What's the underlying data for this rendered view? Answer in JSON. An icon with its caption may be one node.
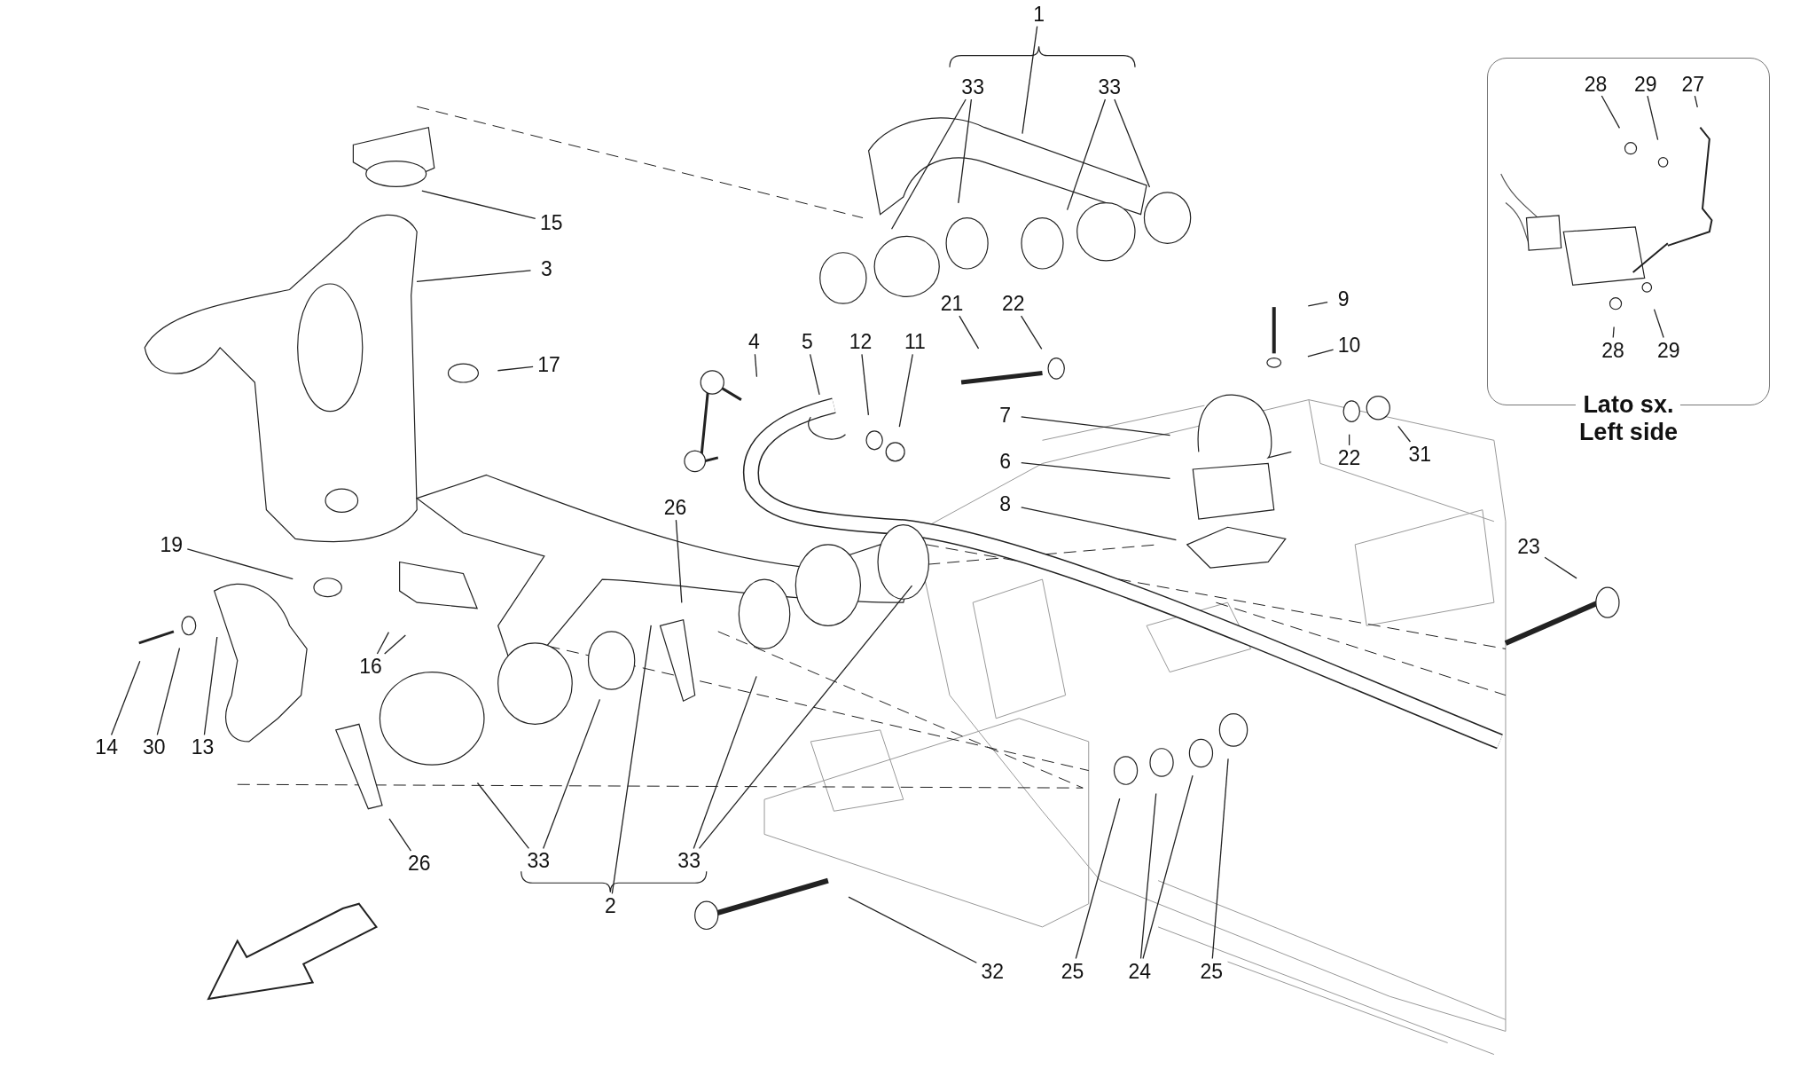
{
  "diagram": {
    "nodes": [
      {
        "text": [
          "1"
        ]
      },
      {
        "text": [
          "33"
        ]
      },
      {
        "text": [
          "33"
        ]
      },
      {
        "text": [
          "15"
        ]
      },
      {
        "text": [
          "3"
        ]
      },
      {
        "text": [
          "17"
        ]
      },
      {
        "text": [
          "4"
        ]
      },
      {
        "text": [
          "5"
        ]
      },
      {
        "text": [
          "12"
        ]
      },
      {
        "text": [
          "11"
        ]
      },
      {
        "text": [
          "21"
        ]
      },
      {
        "text": [
          "22"
        ]
      },
      {
        "text": [
          "9"
        ]
      },
      {
        "text": [
          "10"
        ]
      },
      {
        "text": [
          "7"
        ]
      },
      {
        "text": [
          "22"
        ]
      },
      {
        "text": [
          "31"
        ]
      },
      {
        "text": [
          "6"
        ]
      },
      {
        "text": [
          "8"
        ]
      },
      {
        "text": [
          "26"
        ]
      },
      {
        "text": [
          "19"
        ]
      },
      {
        "text": [
          "23"
        ]
      },
      {
        "text": [
          "16"
        ]
      },
      {
        "text": [
          "14"
        ]
      },
      {
        "text": [
          "30"
        ]
      },
      {
        "text": [
          "13"
        ]
      },
      {
        "text": [
          "26"
        ]
      },
      {
        "text": [
          "33"
        ]
      },
      {
        "text": [
          "33"
        ]
      },
      {
        "text": [
          "2"
        ]
      },
      {
        "text": [
          "32"
        ]
      },
      {
        "text": [
          "25"
        ]
      },
      {
        "text": [
          "24"
        ]
      },
      {
        "text": [
          "25"
        ]
      },
      {
        "text": [
          "Lato sx.",
          "Left side"
        ]
      },
      {
        "text": [
          "28"
        ],
        "in": 34
      },
      {
        "text": [
          "29"
        ],
        "in": 34
      },
      {
        "text": [
          "27"
        ],
        "in": 34
      },
      {
        "text": [
          "28"
        ],
        "in": 34
      },
      {
        "text": [
          "29"
        ],
        "in": 34
      }
    ],
    "edges": [
      {
        "from": 0,
        "to": null,
        "arrow": "none"
      },
      {
        "from": 1,
        "to": null,
        "arrow": "none"
      },
      {
        "from": 1,
        "to": null,
        "arrow": "none"
      },
      {
        "from": 2,
        "to": null,
        "arrow": "none"
      },
      {
        "from": 2,
        "to": null,
        "arrow": "none"
      },
      {
        "from": 3,
        "to": null,
        "arrow": "none"
      },
      {
        "from": 4,
        "to": null,
        "arrow": "none"
      },
      {
        "from": 5,
        "to": null,
        "arrow": "none"
      },
      {
        "from": 6,
        "to": null,
        "arrow": "none"
      },
      {
        "from": 7,
        "to": null,
        "arrow": "none"
      },
      {
        "from": 8,
        "to": null,
        "arrow": "none"
      },
      {
        "from": 9,
        "to": null,
        "arrow": "none"
      },
      {
        "from": 10,
        "to": null,
        "arrow": "none"
      },
      {
        "from": 11,
        "to": null,
        "arrow": "none"
      },
      {
        "from": 12,
        "to": null,
        "arrow": "none"
      },
      {
        "from": 13,
        "to": null,
        "arrow": "none"
      },
      {
        "from": 14,
        "to": null,
        "arrow": "none"
      },
      {
        "from": 15,
        "to": null,
        "arrow": "none"
      },
      {
        "from": 16,
        "to": null,
        "arrow": "none"
      },
      {
        "from": 17,
        "to": null,
        "arrow": "none"
      },
      {
        "from": 18,
        "to": null,
        "arrow": "none"
      },
      {
        "from": 19,
        "to": null,
        "arrow": "none"
      },
      {
        "from": 20,
        "to": null,
        "arrow": "none"
      },
      {
        "from": 21,
        "to": null,
        "arrow": "none"
      },
      {
        "from": 22,
        "to": null,
        "arrow": "none"
      },
      {
        "from": 22,
        "to": null,
        "arrow": "none"
      },
      {
        "from": 23,
        "to": null,
        "arrow": "none"
      },
      {
        "from": 24,
        "to": null,
        "arrow": "none"
      },
      {
        "from": 25,
        "to": null,
        "arrow": "none"
      },
      {
        "from": 26,
        "to": null,
        "arrow": "none"
      },
      {
        "from": 27,
        "to": null,
        "arrow": "none"
      },
      {
        "from": 27,
        "to": null,
        "arrow": "none"
      },
      {
        "from": 28,
        "to": null,
        "arrow": "none"
      },
      {
        "from": 28,
        "to": null,
        "arrow": "none"
      },
      {
        "from": 29,
        "to": null,
        "arrow": "none"
      },
      {
        "from": 30,
        "to": null,
        "arrow": "none"
      },
      {
        "from": 31,
        "to": null,
        "arrow": "none"
      },
      {
        "from": 32,
        "to": null,
        "arrow": "none"
      },
      {
        "from": 32,
        "to": null,
        "arrow": "none"
      },
      {
        "from": 33,
        "to": null,
        "arrow": "none"
      },
      {
        "from": 35,
        "to": null,
        "arrow": "none"
      },
      {
        "from": 36,
        "to": null,
        "arrow": "none"
      },
      {
        "from": 37,
        "to": null,
        "arrow": "none"
      },
      {
        "from": 38,
        "to": null,
        "arrow": "none"
      },
      {
        "from": 39,
        "to": null,
        "arrow": "none"
      }
    ]
  }
}
